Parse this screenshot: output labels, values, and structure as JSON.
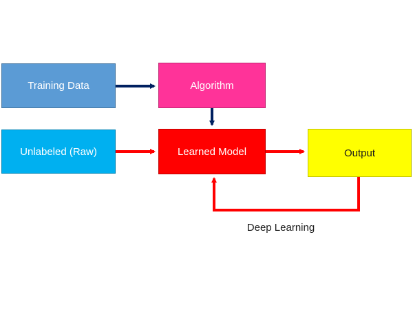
{
  "nodes": {
    "training_data": {
      "label": "Training Data",
      "color": "#5b9bd5"
    },
    "algorithm": {
      "label": "Algorithm",
      "color": "#ff3399"
    },
    "unlabeled": {
      "label": "Unlabeled (Raw)",
      "color": "#00b0f0"
    },
    "learned_model": {
      "label": "Learned Model",
      "color": "#ff0000"
    },
    "output": {
      "label": "Output",
      "color": "#ffff00"
    }
  },
  "edges": [
    {
      "from": "Training Data",
      "to": "Algorithm",
      "color": "#002060"
    },
    {
      "from": "Algorithm",
      "to": "Learned Model",
      "color": "#002060"
    },
    {
      "from": "Unlabeled (Raw)",
      "to": "Learned Model",
      "color": "#ff0000"
    },
    {
      "from": "Learned Model",
      "to": "Output",
      "color": "#ff0000"
    },
    {
      "from": "Output",
      "to": "Learned Model",
      "color": "#ff0000",
      "label": "Deep Learning"
    }
  ],
  "feedback_label": "Deep Learning"
}
